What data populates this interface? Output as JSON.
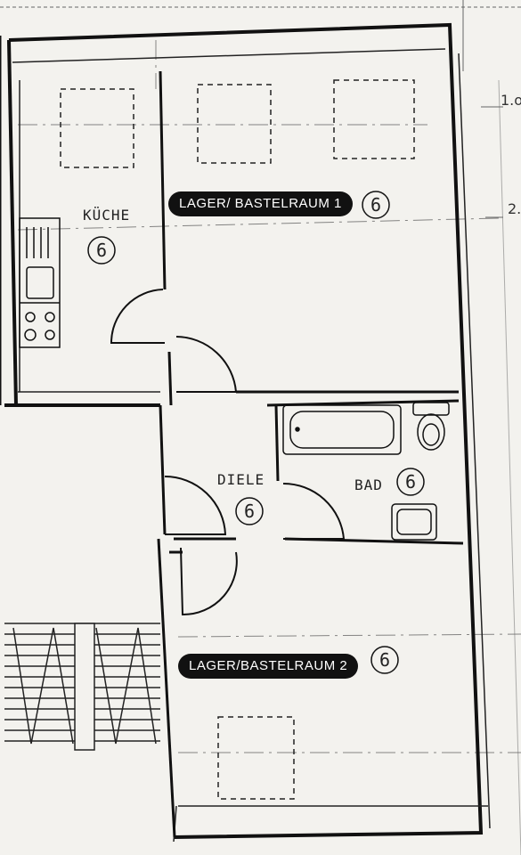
{
  "rooms": {
    "kueche": {
      "label": "KÜCHE",
      "number": "6"
    },
    "lager1": {
      "label": "LAGER/ BASTELRAUM 1",
      "number": "6"
    },
    "diele": {
      "label": "DIELE",
      "number": "6"
    },
    "bad": {
      "label": "BAD",
      "number": "6"
    },
    "lager2": {
      "label": "LAGER/BASTELRAUM 2",
      "number": "6"
    }
  },
  "margin_marks": {
    "mark1": "1.o",
    "mark2": "2."
  }
}
